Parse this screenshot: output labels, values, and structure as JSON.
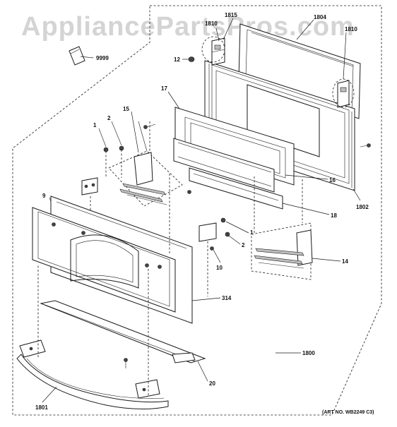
{
  "watermark": "AppliancePartsPros.com",
  "art_number": "(ART NO. WB2249 C3)",
  "callouts": {
    "c9999": "9999",
    "c12": "12",
    "c1810": "1810",
    "c1815": "1815",
    "c1804": "1804",
    "c1810b": "1810",
    "c17": "17",
    "c15": "15",
    "c2a": "2",
    "c1a": "1",
    "c9": "9",
    "c16": "16",
    "c1802": "1802",
    "c18": "18",
    "c1b": "1",
    "c2b": "2",
    "c10": "10",
    "c14": "14",
    "c314": "314",
    "c1800": "1800",
    "c20": "20",
    "c1801": "1801"
  }
}
